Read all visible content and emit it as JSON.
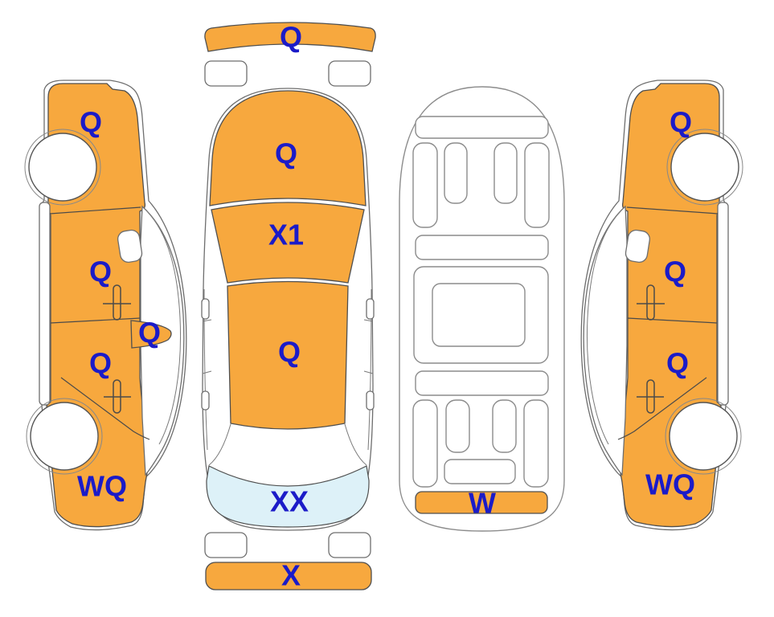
{
  "diagram_title": "vehicle-damage-inspection-diagram",
  "palette": {
    "highlight": "#F7A83E",
    "glass": "#DDF1F8",
    "label": "#1B1BC8",
    "outline": "#4F4F4F",
    "outline_light": "#8C8C8C",
    "background": "#FFFFFF"
  },
  "views": {
    "left_side": {
      "labels": {
        "fender": "Q",
        "front_door": "Q",
        "mirror": "Q",
        "rear_door": "Q",
        "rear_quarter": "WQ"
      }
    },
    "top": {
      "labels": {
        "front_bumper": "Q",
        "hood": "Q",
        "windshield": "X1",
        "roof": "Q",
        "trunk": "XX",
        "rear_bumper": "X"
      }
    },
    "underbody": {
      "labels": {
        "rear_cross_member": "W"
      }
    },
    "right_side": {
      "labels": {
        "fender": "Q",
        "front_door": "Q",
        "rear_door": "Q",
        "rear_quarter": "WQ"
      }
    }
  }
}
